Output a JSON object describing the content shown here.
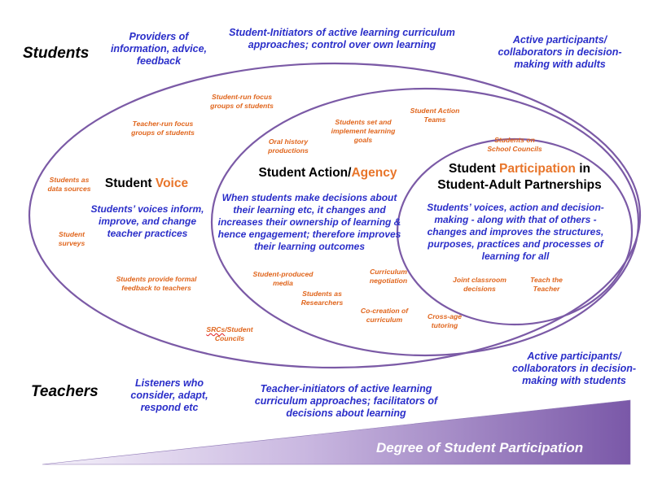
{
  "rows": {
    "students_label": "Students",
    "teachers_label": "Teachers"
  },
  "top_row": [
    "Providers of information, advice, feedback",
    "Student-Initiators of active learning curriculum approaches; control over own learning",
    "Active participants/ collaborators in decision-making with adults"
  ],
  "bottom_row": [
    "Listeners who consider, adapt, respond etc",
    "Teacher-initiators of active learning curriculum approaches; facilitators of decisions about learning",
    "Active participants/ collaborators in decision-making with students"
  ],
  "voice": {
    "title_prefix": "Student",
    "title_highlight": "Voice",
    "description": "Students’ voices inform, improve, and change teacher practices",
    "examples": {
      "student_run_focus_groups": "Student-run focus groups of students",
      "teacher_run_focus_groups": "Teacher-run focus groups of students",
      "data_sources": "Students as data sources",
      "surveys": "Student surveys",
      "formal_feedback": "Students provide formal feedback to teachers",
      "srcs_prefix": "SRCs",
      "srcs_suffix": "/Student Councils"
    }
  },
  "agency": {
    "title_prefix": "Student Action/",
    "title_highlight": "Agency",
    "description": "When students make decisions about their learning etc, it changes and increases their ownership of learning & hence engagement; therefore improves their learning outcomes",
    "examples": {
      "oral_history": "Oral history productions",
      "set_goals": "Students set and implement learning goals",
      "action_teams": "Student Action Teams",
      "produced_media": "Student-produced media",
      "curriculum_negotiation": "Curriculum negotiation",
      "researchers": "Students as Researchers",
      "co_creation": "Co-creation of curriculum",
      "cross_age": "Cross-age tutoring"
    }
  },
  "partnership": {
    "title_prefix": "Student",
    "title_highlight": "Participation",
    "title_suffix": "in",
    "title_line2": "Student-Adult Partnerships",
    "description": "Students’ voices, action and decision-making - along with that of others - changes and improves the structures, purposes, practices and processes of learning for all",
    "examples": {
      "school_councils": "Students on School Councils",
      "joint_decisions": "Joint classroom decisions",
      "teach_teacher": "Teach the Teacher"
    }
  },
  "axis": {
    "label": "Degree of Student Participation"
  },
  "colors": {
    "ellipse_stroke": "#7b5aa6",
    "blue_text": "#2a2ec9",
    "orange_text": "#e0651c",
    "wedge_light": "#f3eef9",
    "wedge_dark": "#7a58a8"
  }
}
